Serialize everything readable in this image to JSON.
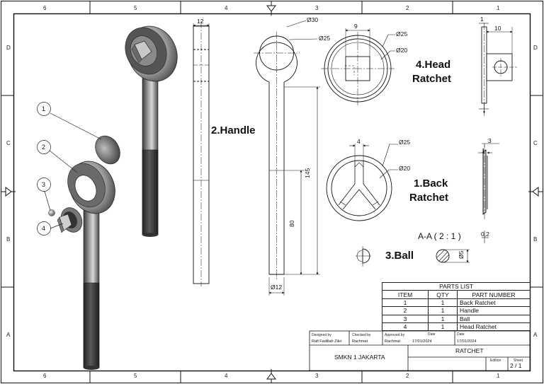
{
  "zones": {
    "columns_top": [
      "6",
      "5",
      "4",
      "3",
      "2",
      "1"
    ],
    "columns_bottom": [
      "6",
      "5",
      "4",
      "3",
      "2",
      "1"
    ],
    "rows_left": [
      "D",
      "C",
      "B",
      "A"
    ],
    "rows_right": [
      "D",
      "C",
      "B",
      "A"
    ]
  },
  "views": {
    "handle": {
      "title": "2.Handle",
      "width_dim": "12",
      "ring_outer": "Ø30",
      "ring_inner": "Ø25",
      "length_total": "145",
      "length_part": "80",
      "shaft_dia": "Ø12"
    },
    "head_ratchet": {
      "title_line1": "4.Head",
      "title_line2": "Ratchet",
      "square": "9",
      "outer": "Ø25",
      "inner": "Ø20",
      "side_small": "1",
      "side_width": "10"
    },
    "back_ratchet": {
      "title_line1": "1.Back",
      "title_line2": "Ratchet",
      "slot": "4",
      "outer": "Ø25",
      "inner": "Ø20",
      "side_top": "3",
      "side_small": "1",
      "side_bottom": "0,2",
      "section_label": "A-A ( 2 : 1 )"
    },
    "ball": {
      "title": "3.Ball",
      "dia": "Ø5"
    }
  },
  "balloons": [
    "1",
    "2",
    "3",
    "4"
  ],
  "parts_list": {
    "title": "PARTS LIST",
    "headers": [
      "ITEM",
      "QTY",
      "PART NUMBER"
    ],
    "rows": [
      [
        "1",
        "1",
        "Back Ratchet"
      ],
      [
        "2",
        "1",
        "Handle"
      ],
      [
        "3",
        "1",
        "Ball"
      ],
      [
        "4",
        "1",
        "Head Ratchet"
      ]
    ]
  },
  "title_block": {
    "designed_by_label": "Designed by",
    "designed_by": "Rafi Fadillah Zikri",
    "checked_by_label": "Checked by",
    "checked_by": "Rachmat",
    "approved_by_label": "Approved by",
    "approved_by": "Rachmat",
    "date_label": "Date",
    "date1": "17/01/2024",
    "date2_label": "Date",
    "date2": "17/01/2024",
    "school": "SMKN 1 JAKARTA",
    "drawing_title": "RATCHET",
    "edition_label": "Edition",
    "sheet_label": "Sheet",
    "sheet": "2 / 1"
  }
}
